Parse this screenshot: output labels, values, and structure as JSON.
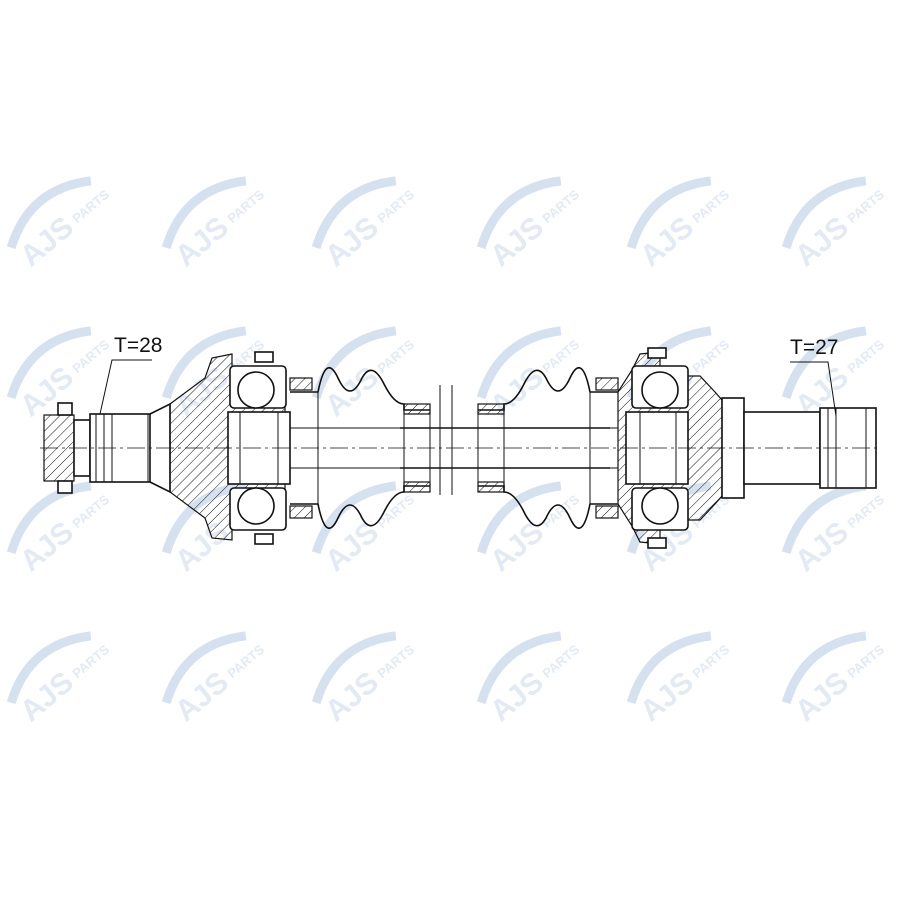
{
  "watermark": {
    "brand": "AJS",
    "suffix": "PARTS",
    "color": "#c9d7ec"
  },
  "labels": {
    "left_tooth": "T=28",
    "right_tooth": "T=27"
  },
  "colors": {
    "line": "#111111",
    "background": "#ffffff"
  }
}
